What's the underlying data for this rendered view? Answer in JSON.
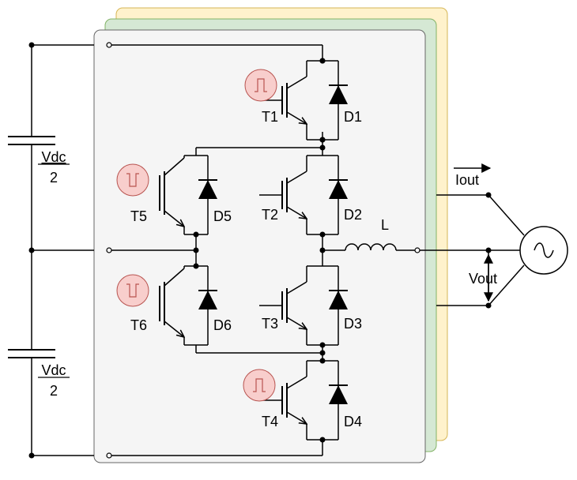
{
  "capacitors": [
    {
      "label_top": "Vdc",
      "label_bottom": "2"
    },
    {
      "label_top": "Vdc",
      "label_bottom": "2"
    }
  ],
  "switches": {
    "T1": "T1",
    "T2": "T2",
    "T3": "T3",
    "T4": "T4",
    "T5": "T5",
    "T6": "T6"
  },
  "diodes": {
    "D1": "D1",
    "D2": "D2",
    "D3": "D3",
    "D4": "D4",
    "D5": "D5",
    "D6": "D6"
  },
  "inductor": "L",
  "output": {
    "current": "Iout",
    "voltage": "Vout"
  },
  "panel_colors": {
    "front": "#f5f5f5",
    "middle": "#d5e8d4",
    "back": "#fff2cc",
    "gate": "#f8cecc",
    "gate_stroke": "#b85450"
  },
  "icons": {
    "gate_signal": "square-pulse-icon",
    "ac_source": "sine-wave-icon"
  }
}
